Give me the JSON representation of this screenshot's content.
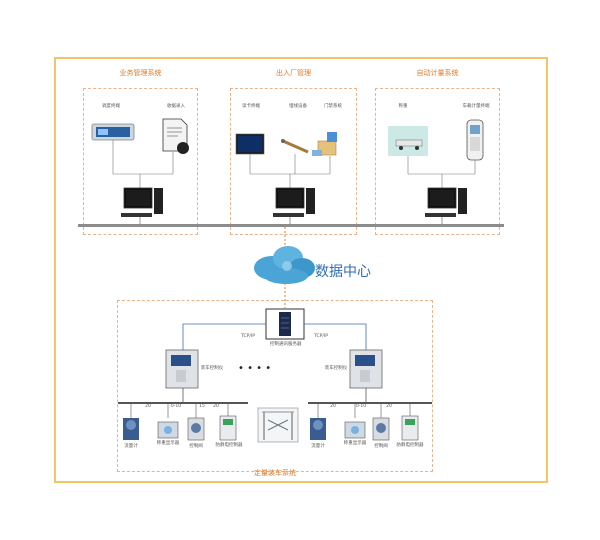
{
  "colors": {
    "frame": "#f2c56a",
    "sub_border": "#e7b48d",
    "title": "#e07a27",
    "line": "#555555",
    "cloud": "#4aa5d6",
    "cloud_text": "#2f6db5"
  },
  "top_panels": [
    {
      "title": "业务管理系统",
      "devices": [
        "调度终端",
        "收据录入"
      ]
    },
    {
      "title": "出入厂管理",
      "devices": [
        "读卡终端",
        "埋线设备",
        "门禁系统"
      ]
    },
    {
      "title": "自动计量系统",
      "devices": [
        "称重",
        "车载计量终端"
      ]
    }
  ],
  "cloud_label": "数据中心",
  "field_system": {
    "title": "定量装车系统",
    "server_label": "控制通讯服务器",
    "tcp_left": "TCP/IP",
    "tcp_right": "TCP/IP",
    "ellipsis": "• • • •",
    "left_controller": "装车控制仪",
    "right_controller": "装车控制仪",
    "bus_left": [
      "20",
      "0-10",
      "15",
      "20"
    ],
    "bus_right": [
      "20",
      "0-10",
      "20"
    ],
    "left_devices": [
      "流量计",
      "称重显示器",
      "控制阀",
      "防静电控制器"
    ],
    "right_devices": [
      "流量计",
      "称重显示器",
      "控制阀",
      "防静电控制器"
    ]
  }
}
